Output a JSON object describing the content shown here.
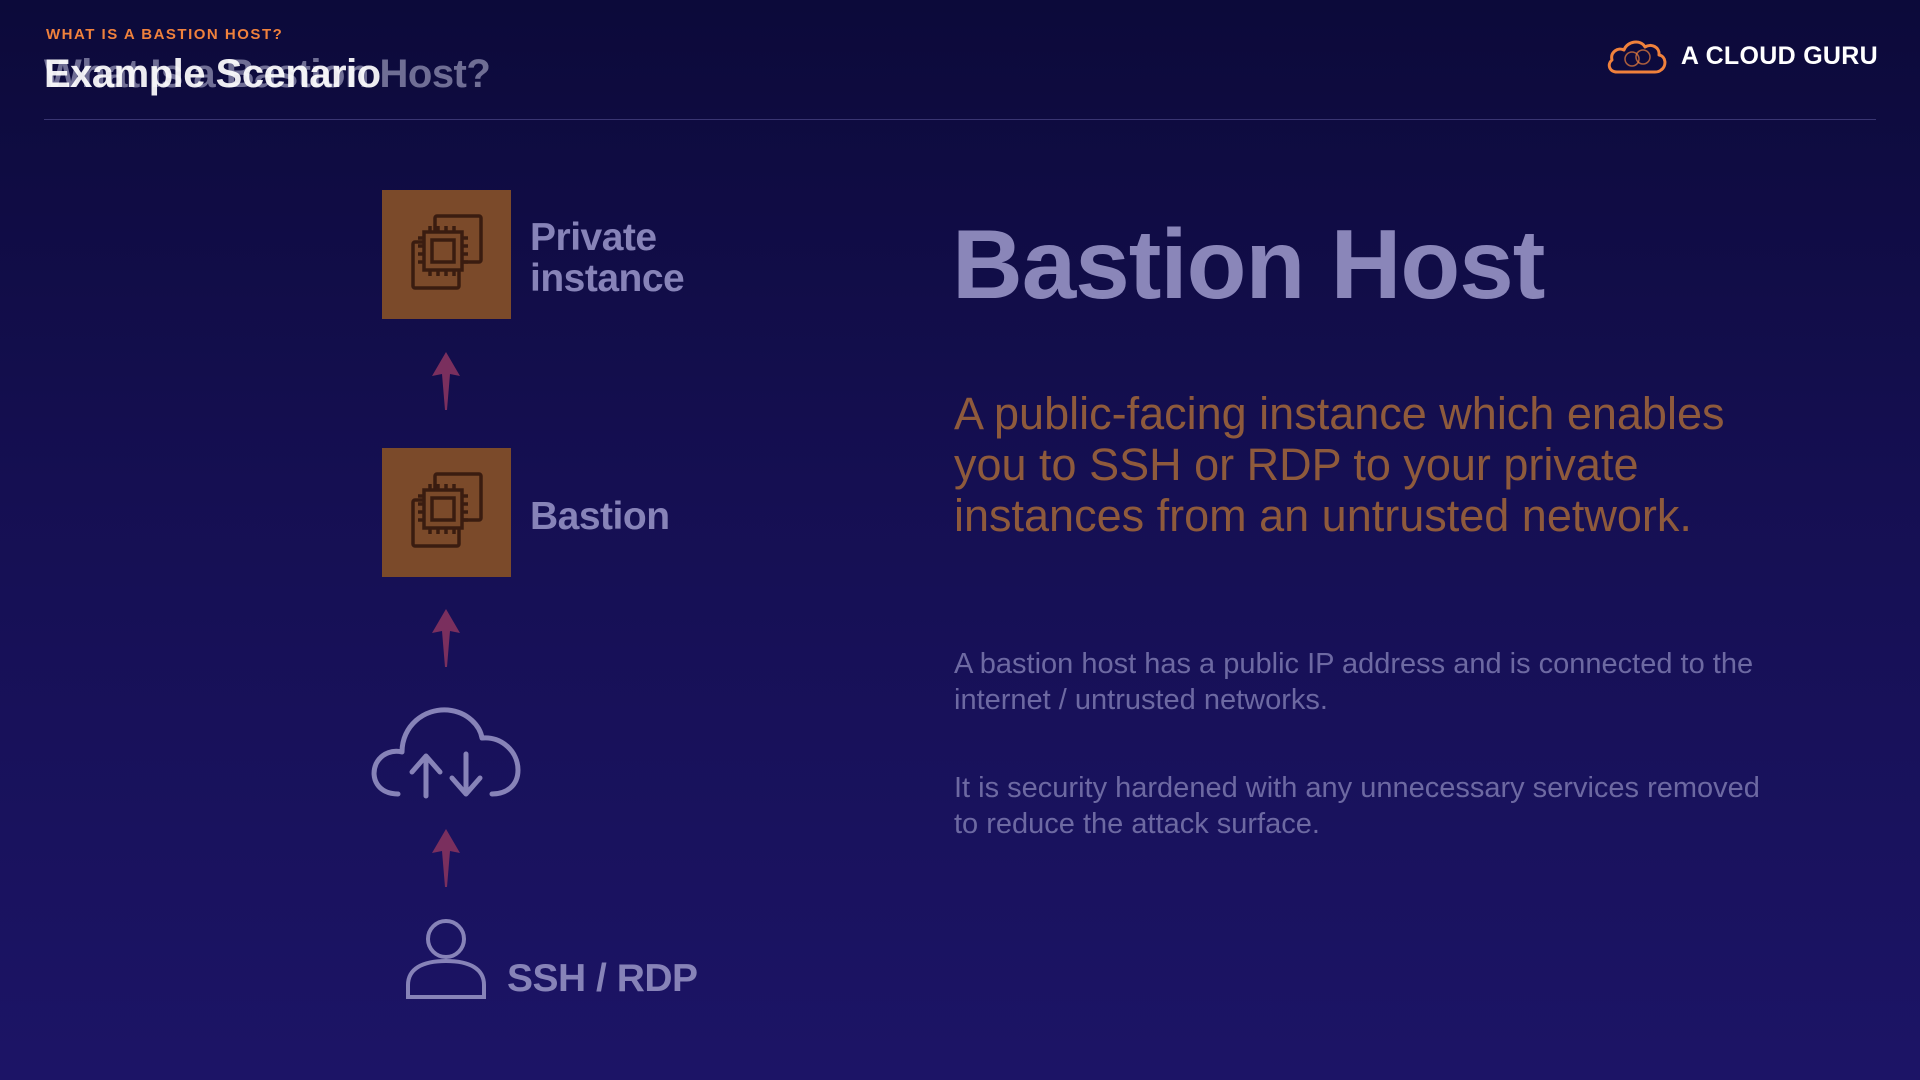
{
  "header": {
    "eyebrow": "WHAT IS A BASTION HOST?",
    "title_outgoing": "What Is a Bastion Host?",
    "title_incoming": "Example Scenario"
  },
  "brand": {
    "name": "A CLOUD GURU",
    "icon": "cloud-logo-icon",
    "accent": "#f0813c"
  },
  "diagram": {
    "nodes": [
      {
        "label_line1": "Private",
        "label_line2": "instance",
        "icon": "ec2-chip-icon"
      },
      {
        "label": "Bastion",
        "icon": "ec2-chip-icon"
      },
      {
        "icon": "cloud-upload-download-icon"
      },
      {
        "label": "SSH / RDP",
        "icon": "user-icon"
      }
    ],
    "arrow_color": "#7a2f5e",
    "chip_color": "#7b4a2a"
  },
  "content": {
    "title": "Bastion Host",
    "definition": "A public-facing instance which enables you to SSH or RDP to your private instances from an untrusted network.",
    "paragraphs": [
      "A bastion host has a public IP address and is connected to the internet / untrusted networks.",
      "It is security hardened with any unnecessary services removed to reduce the attack surface."
    ]
  }
}
